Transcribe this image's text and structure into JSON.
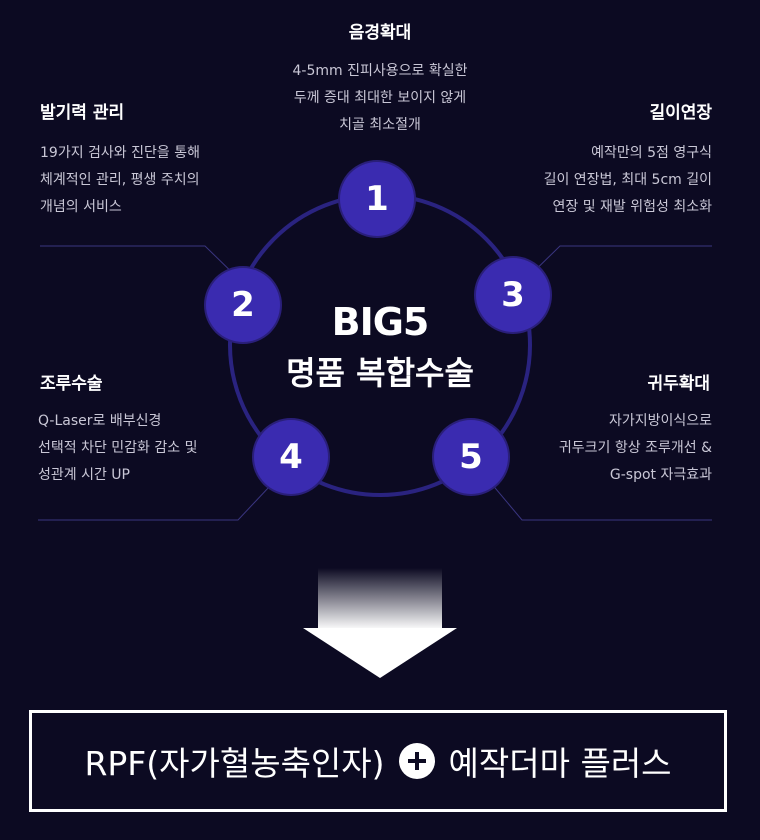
{
  "center": {
    "line1": "BIG5",
    "line2": "명품 복합수술"
  },
  "items": [
    {
      "number": "1",
      "title": "음경확대",
      "desc": "4-5mm 진피사용으로 확실한\n두께 증대 최대한 보이지 않게\n치골 최소절개"
    },
    {
      "number": "2",
      "title": "발기력 관리",
      "desc": "19가지 검사와 진단을 통해\n체계적인 관리, 평생 주치의\n개념의 서비스"
    },
    {
      "number": "3",
      "title": "길이연장",
      "desc": "예작만의 5점 영구식\n길이 연장법,  최대 5cm 길이\n연장 및 재발 위험성 최소화"
    },
    {
      "number": "4",
      "title": "조루수술",
      "desc": "Q-Laser로 배부신경\n선택적 차단 민감화 감소 및\n성관계 시간 UP"
    },
    {
      "number": "5",
      "title": "귀두확대",
      "desc": "자가지방이식으로\n귀두크기 항상 조루개선 &\nG-spot 자극효과"
    }
  ],
  "result": {
    "left": "RPF(자가혈농축인자)",
    "right": "예작더마 플러스",
    "icon": "plus-circle-icon"
  },
  "colors": {
    "background": "#0c0a22",
    "badge": "#3a2bb0",
    "ring": "#2a2380"
  }
}
